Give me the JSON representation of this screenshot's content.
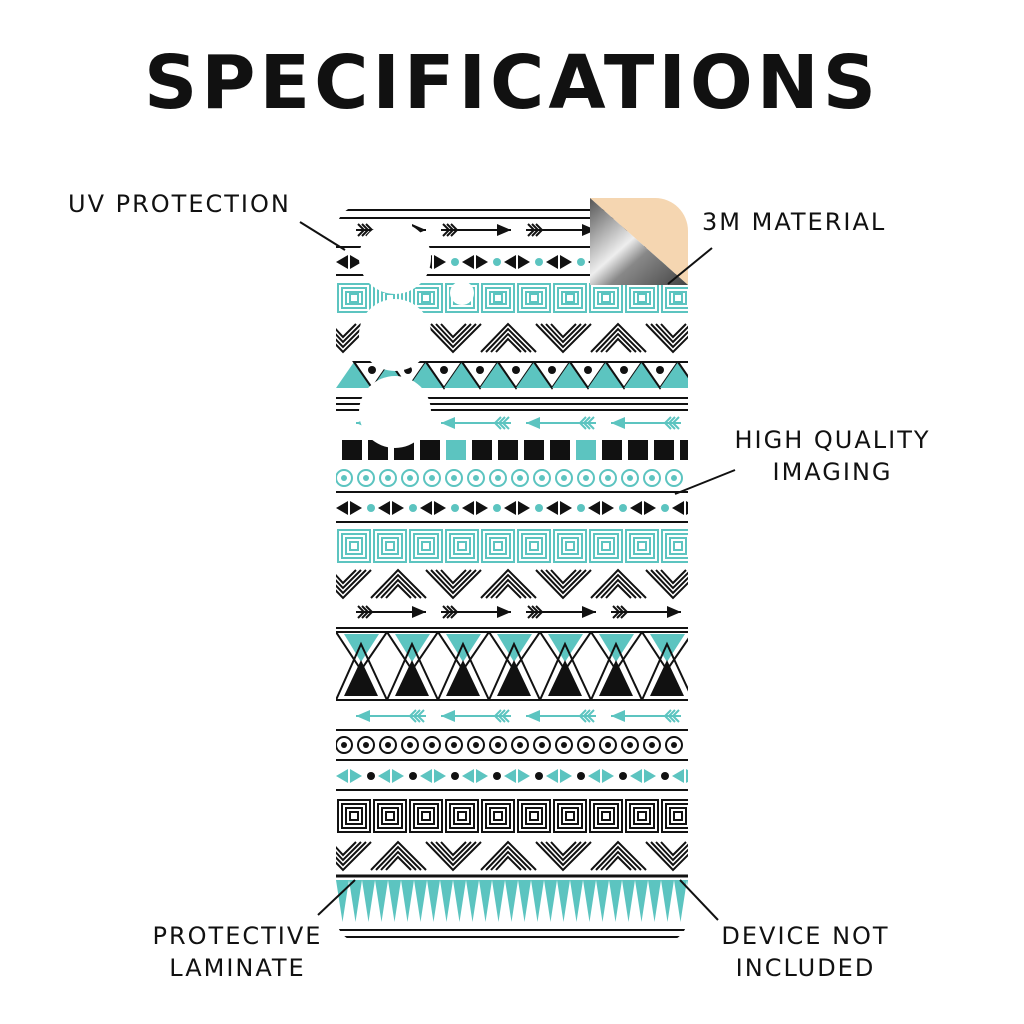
{
  "title": "SPECIFICATIONS",
  "labels": {
    "uv": "UV PROTECTION",
    "material": "3M MATERIAL",
    "imaging_1": "HIGH QUALITY",
    "imaging_2": "IMAGING",
    "laminate_1": "PROTECTIVE",
    "laminate_2": "LAMINATE",
    "device_1": "DEVICE NOT",
    "device_2": "INCLUDED"
  },
  "colors": {
    "teal": "#5cc4c0",
    "black": "#111111",
    "peel": "#f5d6b1"
  }
}
